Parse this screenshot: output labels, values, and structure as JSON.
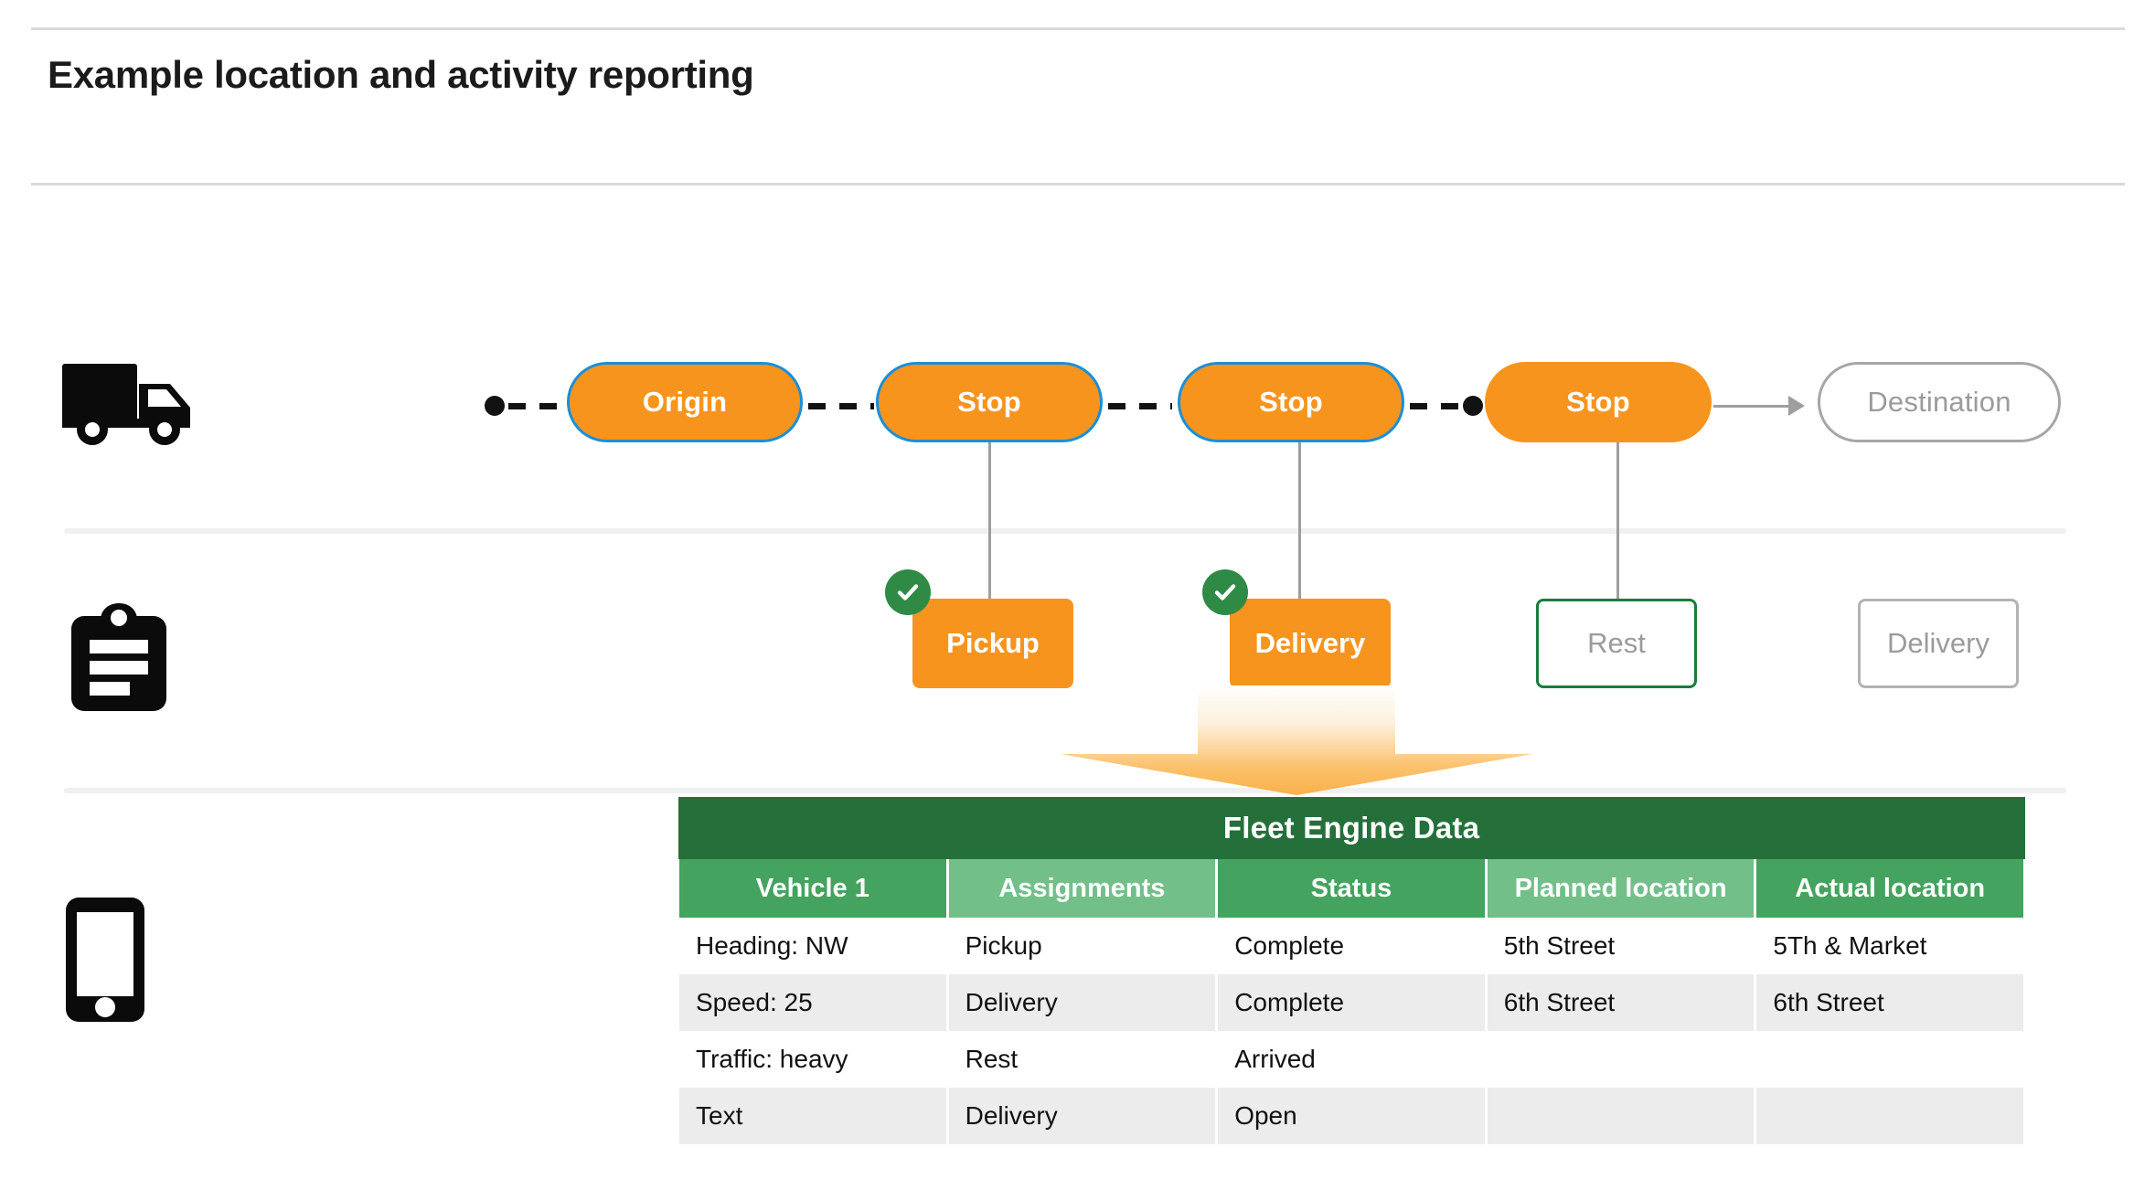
{
  "page": {
    "title": "Example location and activity reporting"
  },
  "rails": [
    {
      "icon": "truck-icon",
      "label": "vehicle-route-row"
    },
    {
      "icon": "clipboard-icon",
      "label": "activity-row"
    },
    {
      "icon": "smartphone-icon",
      "label": "device-data-row"
    }
  ],
  "route": {
    "nodes": [
      {
        "label": "Origin",
        "style": "orange"
      },
      {
        "label": "Stop",
        "style": "orange"
      },
      {
        "label": "Stop",
        "style": "orange"
      },
      {
        "label": "Stop",
        "style": "orange-noborder"
      },
      {
        "label": "Destination",
        "style": "ghost"
      }
    ]
  },
  "activities": [
    {
      "label": "Pickup",
      "style": "filled",
      "completed": true
    },
    {
      "label": "Delivery",
      "style": "filled",
      "completed": true
    },
    {
      "label": "Rest",
      "style": "outline-green",
      "completed": false
    },
    {
      "label": "Delivery",
      "style": "outline-gray",
      "completed": false
    }
  ],
  "table": {
    "title": "Fleet Engine Data",
    "columns": [
      "Vehicle 1",
      "Assignments",
      "Status",
      "Planned location",
      "Actual location"
    ],
    "rows": [
      [
        "Heading: NW",
        "Pickup",
        "Complete",
        "5th Street",
        "5Th & Market"
      ],
      [
        "Speed: 25",
        "Delivery",
        "Complete",
        "6th Street",
        "6th Street"
      ],
      [
        "Traffic: heavy",
        "Rest",
        "Arrived",
        "",
        ""
      ],
      [
        "Text",
        "Delivery",
        "Open",
        "",
        ""
      ]
    ]
  },
  "colors": {
    "orange": "#f7941e",
    "blue_border": "#1a8fd8",
    "green_dark": "#25703a",
    "green_header_dark": "#44a35f",
    "green_header_light": "#72bf8a",
    "check_green": "#2f8a46",
    "gray_outline": "#b3b3b3",
    "zebra": "#ececec"
  }
}
